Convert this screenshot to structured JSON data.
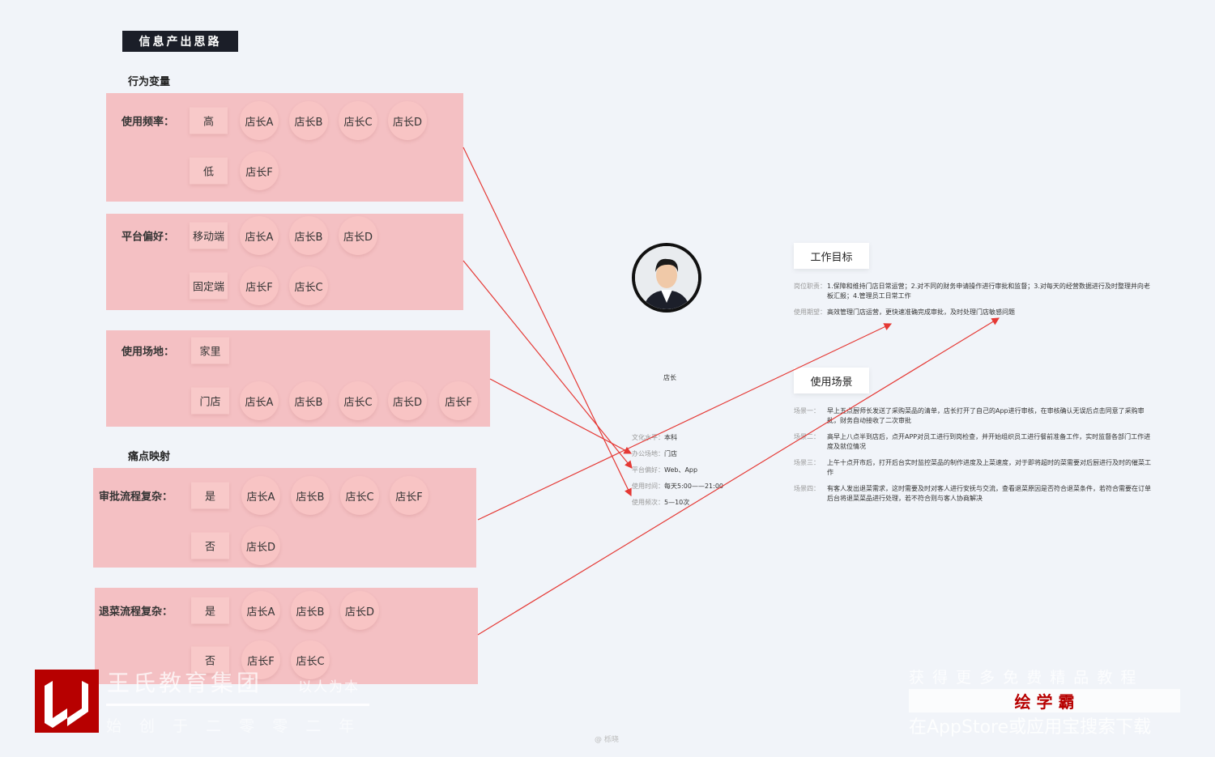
{
  "title": "信息产出思路",
  "sections": {
    "behavior": "行为变量",
    "pain": "痛点映射"
  },
  "panels": [
    {
      "label": "使用频率：",
      "rows": [
        {
          "tag": "高",
          "people": [
            "店长A",
            "店长B",
            "店长C",
            "店长D"
          ]
        },
        {
          "tag": "低",
          "people": [
            "店长F"
          ]
        }
      ]
    },
    {
      "label": "平台偏好：",
      "rows": [
        {
          "tag": "移动端",
          "people": [
            "店长A",
            "店长B",
            "店长D"
          ]
        },
        {
          "tag": "固定端",
          "people": [
            "店长F",
            "店长C"
          ]
        }
      ]
    },
    {
      "label": "使用场地：",
      "rows": [
        {
          "tag": "家里",
          "people": []
        },
        {
          "tag": "门店",
          "people": [
            "店长A",
            "店长B",
            "店长C",
            "店长D",
            "店长F"
          ]
        }
      ]
    },
    {
      "label": "审批流程复杂：",
      "rows": [
        {
          "tag": "是",
          "people": [
            "店长A",
            "店长B",
            "店长C",
            "店长F"
          ]
        },
        {
          "tag": "否",
          "people": [
            "店长D"
          ]
        }
      ]
    },
    {
      "label": "退菜流程复杂：",
      "rows": [
        {
          "tag": "是",
          "people": [
            "店长A",
            "店长B",
            "店长D"
          ]
        },
        {
          "tag": "否",
          "people": [
            "店长F",
            "店长C"
          ]
        }
      ]
    }
  ],
  "persona": {
    "role": "店长",
    "info": [
      {
        "k": "文化水平：",
        "v": "本科"
      },
      {
        "k": "办公场地：",
        "v": "门店"
      },
      {
        "k": "平台偏好：",
        "v": "Web、App"
      },
      {
        "k": "使用时间：",
        "v": "每天5:00——21:00"
      },
      {
        "k": "使用频次：",
        "v": "5—10次"
      }
    ]
  },
  "goals": {
    "title": "工作目标",
    "items": [
      {
        "k": "岗位职责：",
        "v": "1.保障和维持门店日常运营；2.对不同的财务申请操作进行审批和监督；3.对每天的经营数据进行及时整理并向老板汇报；4.管理员工日常工作"
      },
      {
        "k": "使用期望：",
        "v": "高效管理门店运营，更快速准确完成审批，及时处理门店敏感问题"
      }
    ]
  },
  "scenes": {
    "title": "使用场景",
    "items": [
      {
        "k": "场景一：",
        "v": "早上五点厨师长发送了采购菜品的清单，店长打开了自己的App进行审核，在审核确认无误后点击同意了采购审批，财务自动接收了二次审批"
      },
      {
        "k": "场景二：",
        "v": "高早上八点半到店后，点开APP对员工进行到岗检查，并开始组织员工进行餐前准备工作，实时监督各部门工作进度及就位情况"
      },
      {
        "k": "场景三：",
        "v": "上午十点开市后，打开后台实时监控菜品的制作进度及上菜速度，对于即将超时的菜需要对后厨进行及时的催菜工作"
      },
      {
        "k": "场景四：",
        "v": "有客人发出退菜需求，这时需要及时对客人进行安抚与交流，查看退菜原因是否符合退菜条件，若符合需要在订单后台将退菜菜品进行处理，若不符合则与客人协商解决"
      }
    ]
  },
  "watermark": {
    "company": "王氏教育集团",
    "motto": "以人为本",
    "founded": "始 创 于 二 零 零 二 年",
    "promo1": "获 得 更 多 免 费 精 品 教 程",
    "app": "绘 学 霸",
    "promo2": "在AppStore或应用宝搜索下载",
    "credit": "@ 栎晓"
  },
  "colors": {
    "accent": "#e53935",
    "panel": "#f4c0c3",
    "brand": "#b70000"
  }
}
